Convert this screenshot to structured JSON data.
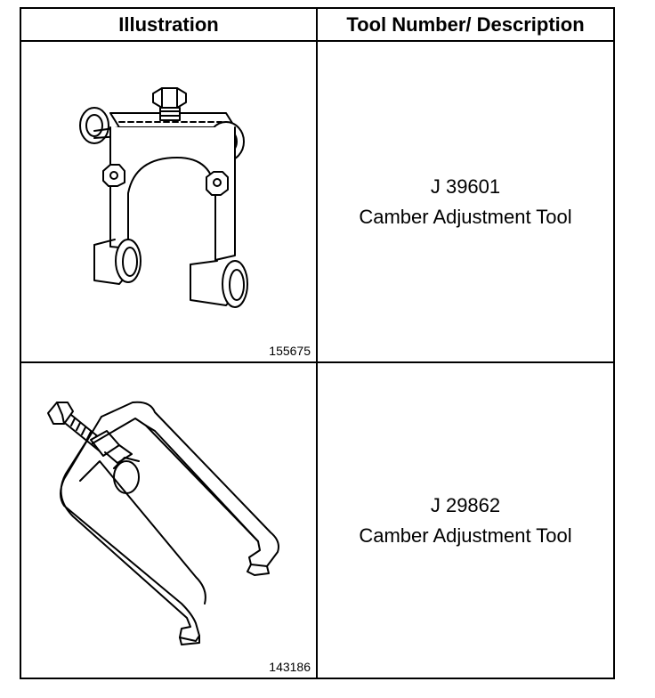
{
  "table": {
    "headers": {
      "illustration": "Illustration",
      "description": "Tool Number/ Description"
    },
    "rows": [
      {
        "figure_number": "155675",
        "tool_number": "J 39601",
        "tool_description": "Camber Adjustment Tool"
      },
      {
        "figure_number": "143186",
        "tool_number": "J 29862",
        "tool_description": "Camber Adjustment Tool"
      }
    ]
  }
}
